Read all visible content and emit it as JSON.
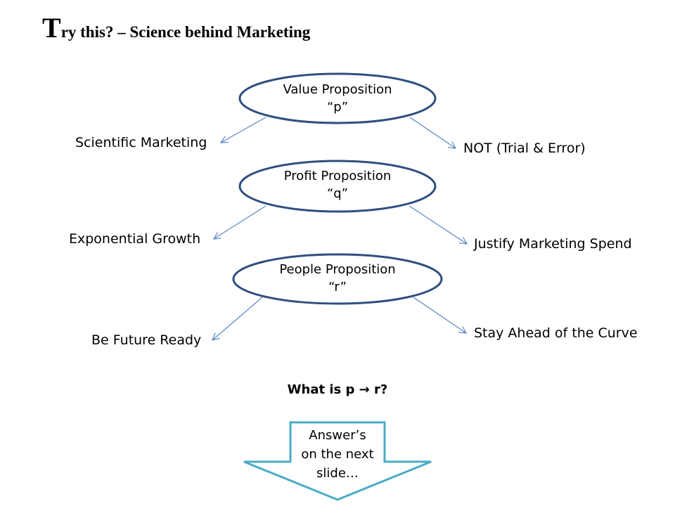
{
  "title": {
    "first_letter": "T",
    "rest": "ry this? – Science behind Marketing"
  },
  "nodes": [
    {
      "id": "p",
      "line1": "Value Proposition",
      "line2": "“p”",
      "left_label": "Scientific Marketing",
      "right_label": "NOT (Trial & Error)"
    },
    {
      "id": "q",
      "line1": "Profit Proposition",
      "line2": "“q”",
      "left_label": "Exponential Growth",
      "right_label": "Justify Marketing Spend"
    },
    {
      "id": "r",
      "line1": "People Proposition",
      "line2": "“r”",
      "left_label": "Be Future Ready",
      "right_label": "Stay Ahead of the Curve"
    }
  ],
  "question": "What is p → r?",
  "answer_arrow": {
    "line1": "Answer’s",
    "line2": "on the next",
    "line3": "slide…"
  },
  "colors": {
    "ellipse_stroke": "#2f4f7f",
    "connector": "#5b86c4",
    "answer_arrow_stroke": "#4aacc5"
  }
}
